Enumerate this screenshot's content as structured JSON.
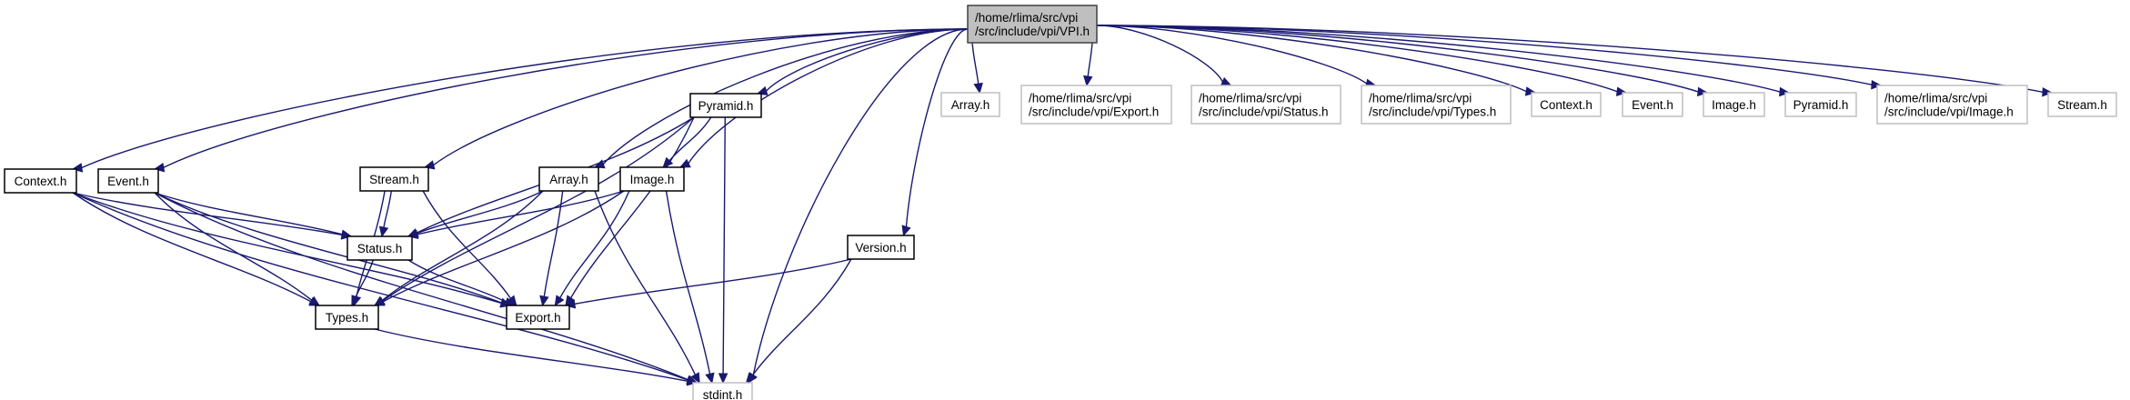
{
  "diagram": {
    "type": "include-dependency-graph",
    "colors": {
      "edge": "#191970",
      "root_fill": "#bfbfbf",
      "root_border": "#404040",
      "documented_border": "#000000",
      "external_border": "#bfbfbf",
      "node_fill": "#ffffff"
    },
    "nodes": [
      {
        "id": "vpi",
        "lines": [
          "/home/rlima/src/vpi",
          "/src/include/vpi/VPI.h"
        ],
        "kind": "root"
      },
      {
        "id": "context",
        "lines": [
          "Context.h"
        ],
        "kind": "documented"
      },
      {
        "id": "event",
        "lines": [
          "Event.h"
        ],
        "kind": "documented"
      },
      {
        "id": "stream",
        "lines": [
          "Stream.h"
        ],
        "kind": "documented"
      },
      {
        "id": "pyramid",
        "lines": [
          "Pyramid.h"
        ],
        "kind": "documented"
      },
      {
        "id": "array",
        "lines": [
          "Array.h"
        ],
        "kind": "documented"
      },
      {
        "id": "image",
        "lines": [
          "Image.h"
        ],
        "kind": "documented"
      },
      {
        "id": "status",
        "lines": [
          "Status.h"
        ],
        "kind": "documented"
      },
      {
        "id": "types",
        "lines": [
          "Types.h"
        ],
        "kind": "documented"
      },
      {
        "id": "export",
        "lines": [
          "Export.h"
        ],
        "kind": "documented"
      },
      {
        "id": "version",
        "lines": [
          "Version.h"
        ],
        "kind": "documented"
      },
      {
        "id": "stdint",
        "lines": [
          "stdint.h"
        ],
        "kind": "external"
      },
      {
        "id": "ext_array",
        "lines": [
          "Array.h"
        ],
        "kind": "external"
      },
      {
        "id": "ext_export",
        "lines": [
          "/home/rlima/src/vpi",
          "/src/include/vpi/Export.h"
        ],
        "kind": "external"
      },
      {
        "id": "ext_status",
        "lines": [
          "/home/rlima/src/vpi",
          "/src/include/vpi/Status.h"
        ],
        "kind": "external"
      },
      {
        "id": "ext_types",
        "lines": [
          "/home/rlima/src/vpi",
          "/src/include/vpi/Types.h"
        ],
        "kind": "external"
      },
      {
        "id": "ext_context",
        "lines": [
          "Context.h"
        ],
        "kind": "external"
      },
      {
        "id": "ext_event",
        "lines": [
          "Event.h"
        ],
        "kind": "external"
      },
      {
        "id": "ext_image",
        "lines": [
          "Image.h"
        ],
        "kind": "external"
      },
      {
        "id": "ext_pyramid",
        "lines": [
          "Pyramid.h"
        ],
        "kind": "external"
      },
      {
        "id": "ext_image2",
        "lines": [
          "/home/rlima/src/vpi",
          "/src/include/vpi/Image.h"
        ],
        "kind": "external"
      },
      {
        "id": "ext_stream",
        "lines": [
          "Stream.h"
        ],
        "kind": "external"
      }
    ],
    "edges": [
      [
        "vpi",
        "context"
      ],
      [
        "vpi",
        "event"
      ],
      [
        "vpi",
        "stream"
      ],
      [
        "vpi",
        "pyramid"
      ],
      [
        "vpi",
        "array"
      ],
      [
        "vpi",
        "image"
      ],
      [
        "vpi",
        "version"
      ],
      [
        "vpi",
        "stdint"
      ],
      [
        "vpi",
        "ext_array"
      ],
      [
        "vpi",
        "ext_export"
      ],
      [
        "vpi",
        "ext_status"
      ],
      [
        "vpi",
        "ext_types"
      ],
      [
        "vpi",
        "ext_context"
      ],
      [
        "vpi",
        "ext_event"
      ],
      [
        "vpi",
        "ext_image"
      ],
      [
        "vpi",
        "ext_pyramid"
      ],
      [
        "vpi",
        "ext_image2"
      ],
      [
        "vpi",
        "ext_stream"
      ],
      [
        "context",
        "status"
      ],
      [
        "context",
        "types"
      ],
      [
        "context",
        "export"
      ],
      [
        "context",
        "stdint"
      ],
      [
        "event",
        "status"
      ],
      [
        "event",
        "types"
      ],
      [
        "event",
        "export"
      ],
      [
        "event",
        "stdint"
      ],
      [
        "stream",
        "status"
      ],
      [
        "stream",
        "types"
      ],
      [
        "stream",
        "export"
      ],
      [
        "pyramid",
        "status"
      ],
      [
        "pyramid",
        "types"
      ],
      [
        "pyramid",
        "image"
      ],
      [
        "pyramid",
        "export"
      ],
      [
        "pyramid",
        "stdint"
      ],
      [
        "array",
        "status"
      ],
      [
        "array",
        "types"
      ],
      [
        "array",
        "export"
      ],
      [
        "array",
        "stdint"
      ],
      [
        "image",
        "status"
      ],
      [
        "image",
        "types"
      ],
      [
        "image",
        "export"
      ],
      [
        "image",
        "stdint"
      ],
      [
        "status",
        "types"
      ],
      [
        "status",
        "export"
      ],
      [
        "types",
        "stdint"
      ],
      [
        "version",
        "export"
      ],
      [
        "version",
        "stdint"
      ]
    ]
  }
}
